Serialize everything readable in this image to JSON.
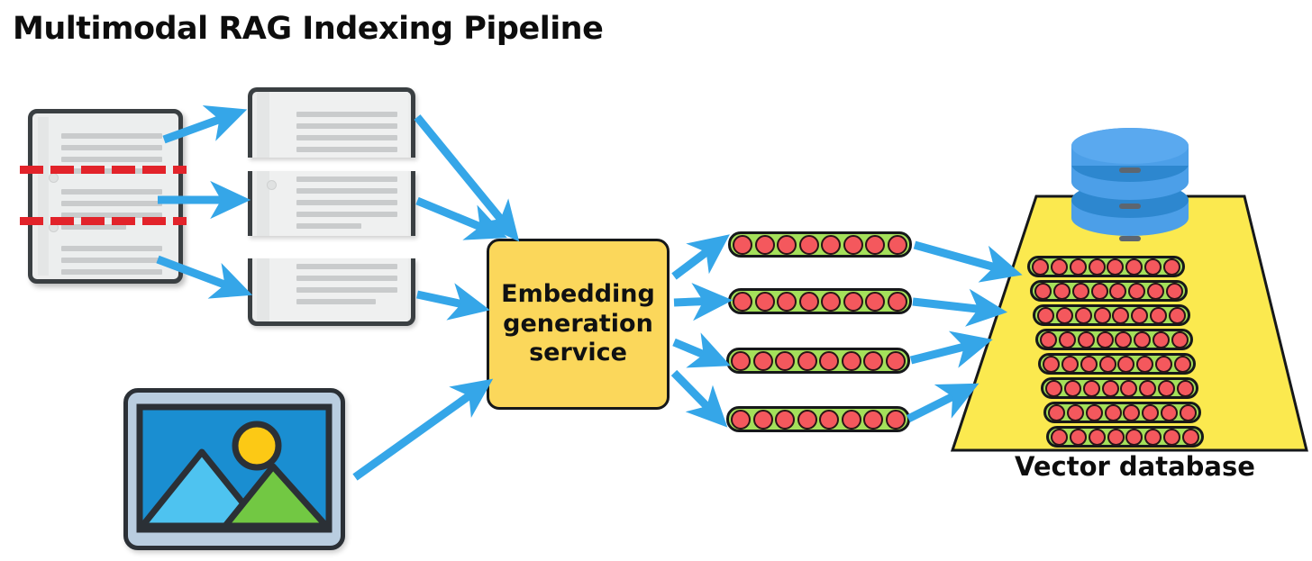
{
  "diagram": {
    "title": "Multimodal RAG Indexing Pipeline",
    "type": "flow-diagram",
    "background_color": "#ffffff",
    "accent_arrow_color": "#35a6e8",
    "cut_line_color": "#e2232a"
  },
  "nodes": {
    "source_document": {
      "name": "source-document",
      "description": "Multi-page text document split by two red dashed cut lines",
      "cut_lines": 2,
      "border_color": "#3a3f42",
      "fill_color": "#eceded"
    },
    "chunks": [
      {
        "label": "chunk-1",
        "position": "top"
      },
      {
        "label": "chunk-2",
        "position": "middle"
      },
      {
        "label": "chunk-3",
        "position": "bottom"
      }
    ],
    "image_input": {
      "name": "image-file",
      "frame_color": "#b9cde0",
      "sky_color": "#1a8ed1",
      "sun_color": "#fcc915",
      "mountain_left_color": "#4ec3f0",
      "mountain_right_color": "#72c843"
    },
    "embedding_service": {
      "label": "Embedding generation service",
      "label_lines": [
        "Embedding",
        "generation",
        "service"
      ],
      "fill_color": "#fbd75b",
      "border_color": "#16181a"
    },
    "vectors": {
      "count": 4,
      "dimensions_per_vector": 8,
      "pill_color": "#a4e05a",
      "cell_color": "#f4585d"
    },
    "vector_database": {
      "label": "Vector database",
      "trapezoid_color": "#fbe94f",
      "stored_vector_rows": 8,
      "dimensions_per_row": 8,
      "payload_box_color": "#5fd8e8",
      "db_cylinder_color": "#4c9fe8",
      "db_cylinder_layers": 3
    }
  },
  "flows": [
    {
      "from": "source-document",
      "to": "chunk-1"
    },
    {
      "from": "source-document",
      "to": "chunk-2"
    },
    {
      "from": "source-document",
      "to": "chunk-3"
    },
    {
      "from": "chunk-1",
      "to": "embedding-service"
    },
    {
      "from": "chunk-2",
      "to": "embedding-service"
    },
    {
      "from": "chunk-3",
      "to": "embedding-service"
    },
    {
      "from": "image-file",
      "to": "embedding-service"
    },
    {
      "from": "embedding-service",
      "to": "vector-1"
    },
    {
      "from": "embedding-service",
      "to": "vector-2"
    },
    {
      "from": "embedding-service",
      "to": "vector-3"
    },
    {
      "from": "embedding-service",
      "to": "vector-4"
    },
    {
      "from": "vector-1",
      "to": "vector-database"
    },
    {
      "from": "vector-2",
      "to": "vector-database"
    },
    {
      "from": "vector-3",
      "to": "vector-database"
    },
    {
      "from": "vector-4",
      "to": "vector-database"
    }
  ]
}
